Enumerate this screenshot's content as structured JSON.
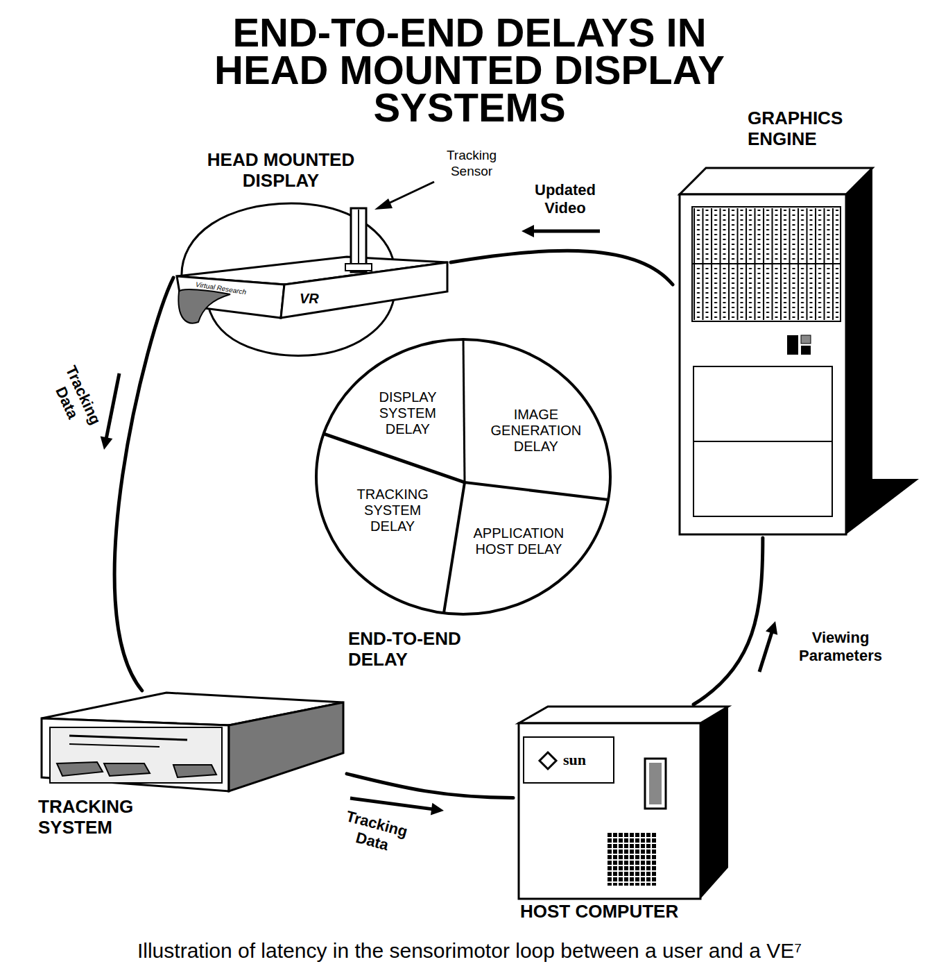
{
  "diagram": {
    "title": "END-TO-END DELAYS IN HEAD MOUNTED DISPLAY SYSTEMS",
    "caption": "Illustration of latency in the sensorimotor loop between a user and a VE⁷",
    "nodes": [
      {
        "text": [
          "HEAD MOUNTED DISPLAY"
        ]
      },
      {
        "text": [
          "GRAPHICS ENGINE"
        ]
      },
      {
        "text": [
          "END-TO-END DELAY"
        ]
      },
      {
        "text": [
          "DISPLAY SYSTEM DELAY"
        ],
        "in": 2
      },
      {
        "text": [
          "IMAGE GENERATION DELAY"
        ],
        "in": 2
      },
      {
        "text": [
          "TRACKING SYSTEM DELAY"
        ],
        "in": 2
      },
      {
        "text": [
          "APPLICATION HOST DELAY"
        ],
        "in": 2
      },
      {
        "text": [
          "TRACKING SYSTEM"
        ]
      },
      {
        "text": [
          "HOST COMPUTER"
        ]
      }
    ],
    "edges": [
      {
        "from": 0,
        "to": 7,
        "label": "Tracking Data",
        "arrow": "to"
      },
      {
        "from": 7,
        "to": 8,
        "label": "Tracking Data",
        "arrow": "to"
      },
      {
        "from": 8,
        "to": 1,
        "label": "Viewing Parameters",
        "arrow": "to"
      },
      {
        "from": 1,
        "to": 0,
        "label": "Updated Video",
        "arrow": "to"
      }
    ],
    "labels": [
      "Tracking Sensor",
      "Virtual Research",
      "VR",
      "sun"
    ]
  }
}
